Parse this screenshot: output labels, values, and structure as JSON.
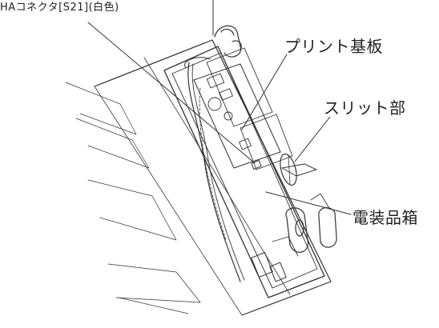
{
  "labels": {
    "ha_connector": "HAコネクタ[S21](白色)",
    "pcb": "プリント基板",
    "slit": "スリット部",
    "electrical_box": "電装品箱"
  },
  "colors": {
    "line": "#333333",
    "background": "#ffffff"
  }
}
